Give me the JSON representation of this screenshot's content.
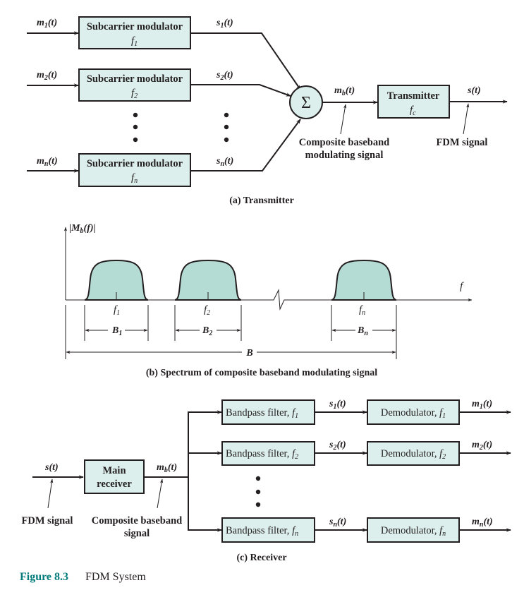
{
  "figure": {
    "number_label": "Figure 8.3",
    "title": "FDM System",
    "number_color": "#007a7a"
  },
  "colors": {
    "block_fill": "#dcefec",
    "spectrum_fill": "#b5dcd4",
    "line": "#231f20"
  },
  "transmitter": {
    "caption": "(a) Transmitter",
    "channels": [
      {
        "input": "m",
        "input_sub": "1",
        "block_label": "Subcarrier modulator",
        "freq": "f",
        "freq_sub": "1",
        "output": "s",
        "output_sub": "1"
      },
      {
        "input": "m",
        "input_sub": "2",
        "block_label": "Subcarrier modulator",
        "freq": "f",
        "freq_sub": "2",
        "output": "s",
        "output_sub": "2"
      },
      {
        "input": "m",
        "input_sub": "n",
        "block_label": "Subcarrier modulator",
        "freq": "f",
        "freq_sub": "n",
        "output": "s",
        "output_sub": "n"
      }
    ],
    "summer_symbol": "Σ",
    "composite_signal": {
      "name": "m",
      "sub": "b",
      "arg": "(t)"
    },
    "composite_annotation": [
      "Composite baseband",
      "modulating signal"
    ],
    "tx_block": {
      "label": "Transmitter",
      "freq": "f",
      "freq_sub": "c"
    },
    "output_signal": "s(t)",
    "output_annotation": "FDM signal",
    "arg": "(t)"
  },
  "spectrum": {
    "caption": "(b) Spectrum of composite baseband modulating signal",
    "y_axis_label": {
      "pre": "|",
      "name": "M",
      "sub": "b",
      "arg": "(f)",
      "post": "|"
    },
    "x_axis_label": "f",
    "bands": [
      {
        "center": "f",
        "center_sub": "1",
        "bandwidth": "B",
        "bandwidth_sub": "1"
      },
      {
        "center": "f",
        "center_sub": "2",
        "bandwidth": "B",
        "bandwidth_sub": "2"
      },
      {
        "center": "f",
        "center_sub": "n",
        "bandwidth": "B",
        "bandwidth_sub": "n"
      }
    ],
    "total_bandwidth": "B"
  },
  "receiver": {
    "caption": "(c) Receiver",
    "input_signal": "s(t)",
    "input_annotation": "FDM signal",
    "main_block": [
      "Main",
      "receiver"
    ],
    "composite_signal": {
      "name": "m",
      "sub": "b",
      "arg": "(t)"
    },
    "composite_annotation": [
      "Composite baseband",
      "signal"
    ],
    "channels": [
      {
        "filter_label": "Bandpass filter, ",
        "freq": "f",
        "freq_sub": "1",
        "mid": "s",
        "mid_sub": "1",
        "demod_label": "Demodulator, ",
        "output": "m",
        "output_sub": "1"
      },
      {
        "filter_label": "Bandpass filter, ",
        "freq": "f",
        "freq_sub": "2",
        "mid": "s",
        "mid_sub": "2",
        "demod_label": "Demodulator, ",
        "output": "m",
        "output_sub": "2"
      },
      {
        "filter_label": "Bandpass filter, ",
        "freq": "f",
        "freq_sub": "n",
        "mid": "s",
        "mid_sub": "n",
        "demod_label": "Demodulator, ",
        "output": "m",
        "output_sub": "n"
      }
    ],
    "arg": "(t)"
  }
}
